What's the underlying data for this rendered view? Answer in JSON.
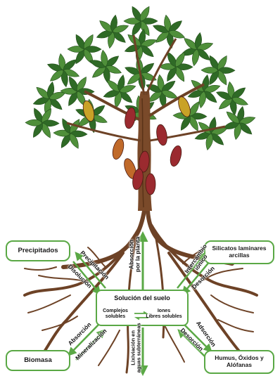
{
  "boxes": {
    "precipitados": "Precipitados",
    "silicatos": "Silicatos laminares\narcillas",
    "biomasa": "Biomasa",
    "humus": "Humus, Óxidos y\nAlófanas"
  },
  "center": {
    "title": "Solución del suelo",
    "left": "Complejos\nsolubles",
    "right": "Iones\nLibres solubles"
  },
  "process_labels": {
    "precipitacion": "Precipitación",
    "disolucion": "Disolución",
    "absorcion_planta": "Absorción\npor la planta",
    "intercambio_ionico": "Intercambio\niónico",
    "desorcion_top": "Desorción",
    "absorcion_left": "Absorción",
    "mineralizacion": "Mineralización",
    "lixiviacion": "Lixiviación en\naguas subterráneas",
    "adsorcion": "Adsorción",
    "desorcion_bottom": "Desorción"
  },
  "colors": {
    "accent": "#5aa845",
    "leaf": "#4f8f3a",
    "leaf_dark": "#2f6a26",
    "trunk": "#7a4a2a",
    "pod_red": "#9b2a2f",
    "pod_yellow": "#c9a227",
    "pod_orange": "#c06a2a"
  }
}
